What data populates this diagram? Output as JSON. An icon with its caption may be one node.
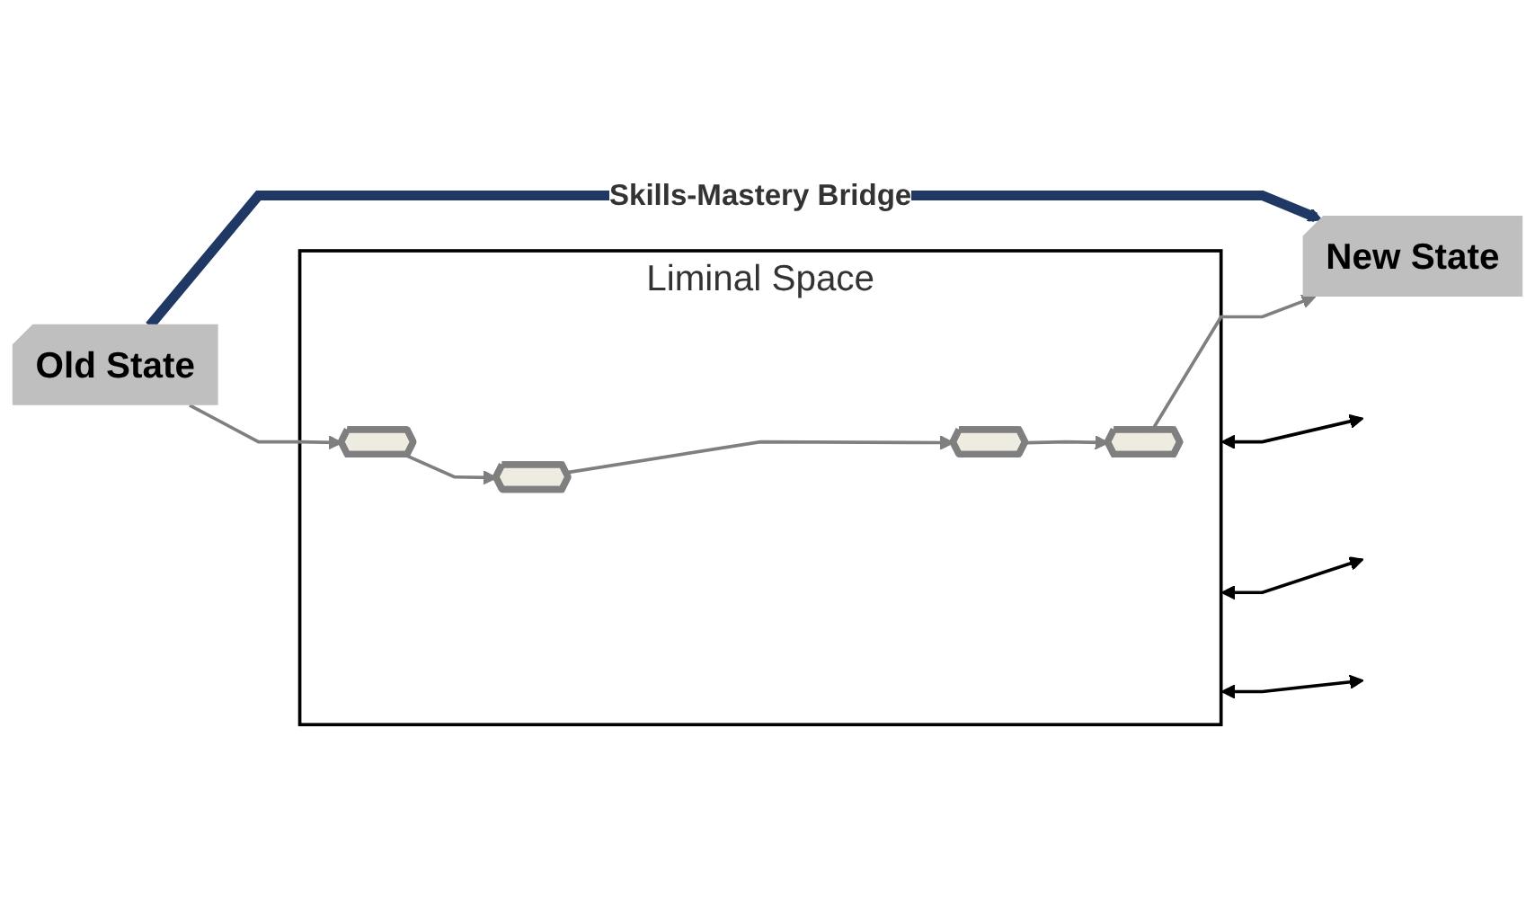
{
  "diagram": {
    "nodes": [
      {
        "text": [
          "Old State"
        ]
      },
      {
        "text": [
          "Liminal Space"
        ]
      },
      {
        "text": [],
        "shape": "pentagon",
        "in": 1
      },
      {
        "text": [],
        "shape": "pentagon",
        "in": 1
      },
      {
        "text": [],
        "shape": "pentagon",
        "in": 1
      },
      {
        "text": [],
        "shape": "pentagon",
        "in": 1
      },
      {
        "text": [
          "New State"
        ]
      }
    ],
    "edges": [
      {
        "from": 0,
        "to": 6,
        "arrow": "to",
        "label": "Skills-Mastery Bridge",
        "style": "thick",
        "color": "#1f3864"
      },
      {
        "from": 0,
        "to": 2,
        "arrow": "to"
      },
      {
        "from": 2,
        "to": 3,
        "arrow": "to"
      },
      {
        "from": 3,
        "to": 4,
        "arrow": "to"
      },
      {
        "from": 4,
        "to": 5,
        "arrow": "to"
      },
      {
        "from": 5,
        "to": 6,
        "arrow": "to"
      },
      {
        "from": 1,
        "to": null,
        "arrow": "both",
        "color": "#000000"
      },
      {
        "from": 1,
        "to": null,
        "arrow": "both",
        "color": "#000000"
      },
      {
        "from": 1,
        "to": null,
        "arrow": "both",
        "color": "#000000"
      }
    ]
  }
}
